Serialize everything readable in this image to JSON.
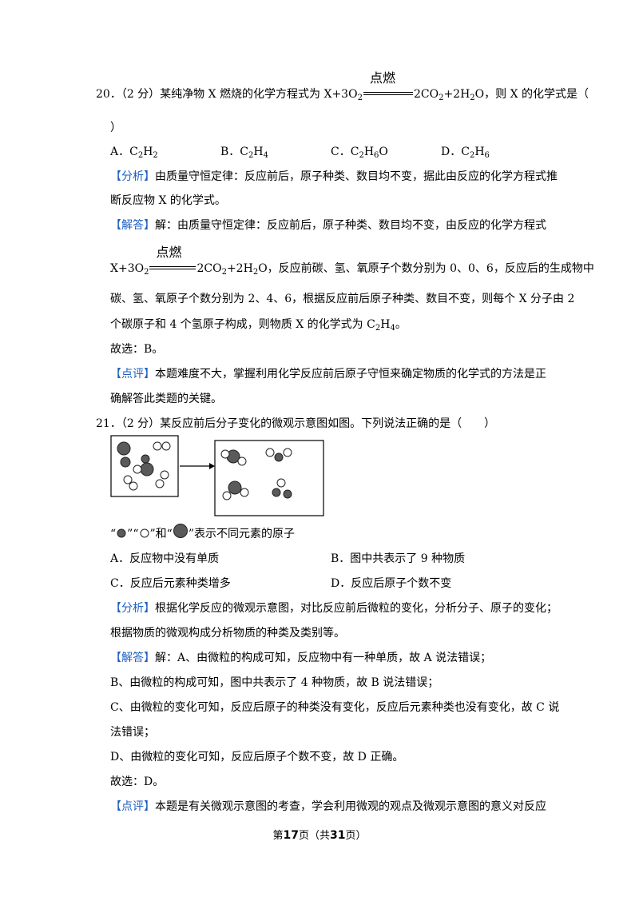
{
  "q20": {
    "stem_before": "20．（2 分）某纯净物 X 燃烧的化学方程式为 X+3O",
    "o2_sub": "2",
    "condition": "点燃",
    "stem_after_a": "2CO",
    "co2_sub": "2",
    "stem_after_b": "+2H",
    "h2o_sub": "2",
    "stem_after_c": "O，则 X 的化学式是（",
    "stem_close": "）",
    "options": {
      "a_pre": "A．C",
      "a_s1": "2",
      "a_mid": "H",
      "a_s2": "2",
      "b_pre": "B．C",
      "b_s1": "2",
      "b_mid": "H",
      "b_s2": "4",
      "c_pre": "C．C",
      "c_s1": "2",
      "c_mid": "H",
      "c_s2": "6",
      "c_post": "O",
      "d_pre": "D．C",
      "d_s1": "2",
      "d_mid": "H",
      "d_s2": "6"
    },
    "analysis_tag": "【分析】",
    "analysis_1": "由质量守恒定律：反应前后，原子种类、数目均不变，据此由反应的化学方程式推",
    "analysis_2": "断反应物 X 的化学式。",
    "answer_tag": "【解答】",
    "answer_1": "解：由质量守恒定律：反应前后，原子种类、数目均不变，由反应的化学方程式",
    "answer_eq_pre": "X+3O",
    "answer_eq_o2": "2",
    "answer_eq_mid": "2CO",
    "answer_eq_co2": "2",
    "answer_eq_h2o": "+2H",
    "answer_eq_h2o_sub": "2",
    "answer_eq_post": "O，反应前碳、氢、氧原子个数分别为 0、0、6，反应后的生成物中",
    "answer_3": "碳、氢、氧原子个数分别为 2、4、6，根据反应前后原子种类、数目不变，则每个 X 分子由 2",
    "answer_4_pre": "个碳原子和 4 个氢原子构成，则物质 X 的化学式为 C",
    "answer_4_s1": "2",
    "answer_4_mid": "H",
    "answer_4_s2": "4",
    "answer_4_post": "。",
    "choice": "故选：B。",
    "comment_tag": "【点评】",
    "comment_1": "本题难度不大，掌握利用化学反应前后原子守恒来确定物质的化学式的方法是正",
    "comment_2": "确解答此类题的关键。"
  },
  "q21": {
    "stem": "21．（2 分）某反应前后分子变化的微观示意图如图。下列说法正确的是（　　）",
    "legend_q1": "“",
    "legend_q2": "”“",
    "legend_q3": "”和“",
    "legend_q4": "”表示不同元素的原子",
    "options": {
      "a": "A．反应物中没有单质",
      "b": "B．图中共表示了 9 种物质",
      "c": "C．反应后元素种类增多",
      "d": "D．反应后原子个数不变"
    },
    "analysis_tag": "【分析】",
    "analysis_1": "根据化学反应的微观示意图，对比反应前后微粒的变化，分析分子、原子的变化；",
    "analysis_2": "根据物质的微观构成分析物质的种类及类别等。",
    "answer_tag": "【解答】",
    "answer_1": "解：A、由微粒的构成可知，反应物中有一种单质，故 A 说法错误；",
    "answer_2": "B、由微粒的构成可知，图中共表示了 4 种物质，故 B 说法错误；",
    "answer_3": "C、由微粒的变化可知，反应后原子的种类没有变化，反应后元素种类也没有变化，故 C 说",
    "answer_4": "法错误；",
    "answer_5": "D、由微粒的变化可知，反应后原子个数不变，故 D 正确。",
    "choice": "故选：D。",
    "comment_tag": "【点评】",
    "comment_1": "本题是有关微观示意图的考查，学会利用微观的观点及微观示意图的意义对反应"
  },
  "footer": {
    "pre": "第",
    "page": "17",
    "mid": "页（共",
    "total": "31",
    "post": "页）"
  },
  "colors": {
    "tag": "#1f5fbf",
    "atom_fill": "#5a5a5a"
  }
}
